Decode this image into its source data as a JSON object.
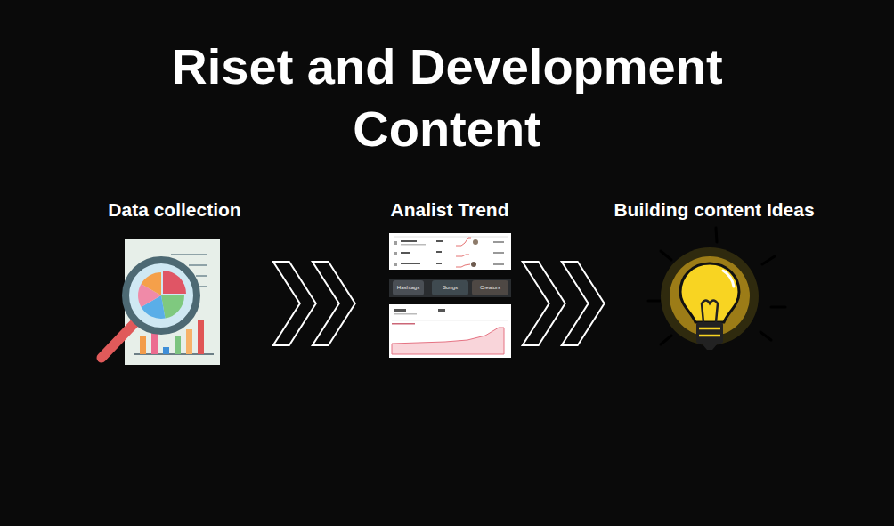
{
  "diagram": {
    "title": "Riset and Development Content",
    "nodes": [
      {
        "text": [
          "Data collection"
        ]
      },
      {
        "text": [
          "Analist Trend"
        ]
      },
      {
        "text": [
          "Building content Ideas"
        ]
      }
    ],
    "edges": [
      {
        "from": 0,
        "to": 1,
        "arrow": "to"
      },
      {
        "from": 1,
        "to": 2,
        "arrow": "to"
      }
    ],
    "labels": [
      "Hashtags",
      "Songs",
      "Creators"
    ]
  }
}
